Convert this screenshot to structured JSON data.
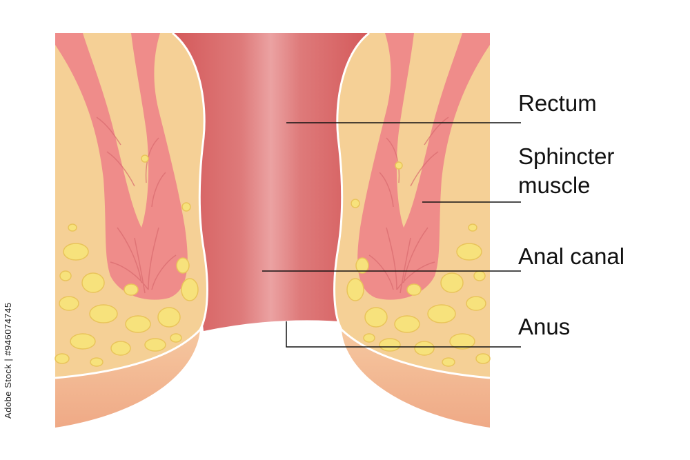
{
  "labels": {
    "rectum": "Rectum",
    "sphincter_line1": "Sphincter",
    "sphincter_line2": "muscle",
    "anal_canal": "Anal canal",
    "anus": "Anus"
  },
  "stock_id": "Adobe Stock | #946074745",
  "watermark": "Adobe Stock",
  "colors": {
    "tissue": "#F5D096",
    "skin": "#F2B48D",
    "muscle": "#EF8C8A",
    "muscle_line": "#D96A6E",
    "canal": "#D9605F",
    "canal_light": "#EEA8A8",
    "fat": "#F7E27C",
    "fat_edge": "#E9C45A",
    "leader": "#111111"
  }
}
